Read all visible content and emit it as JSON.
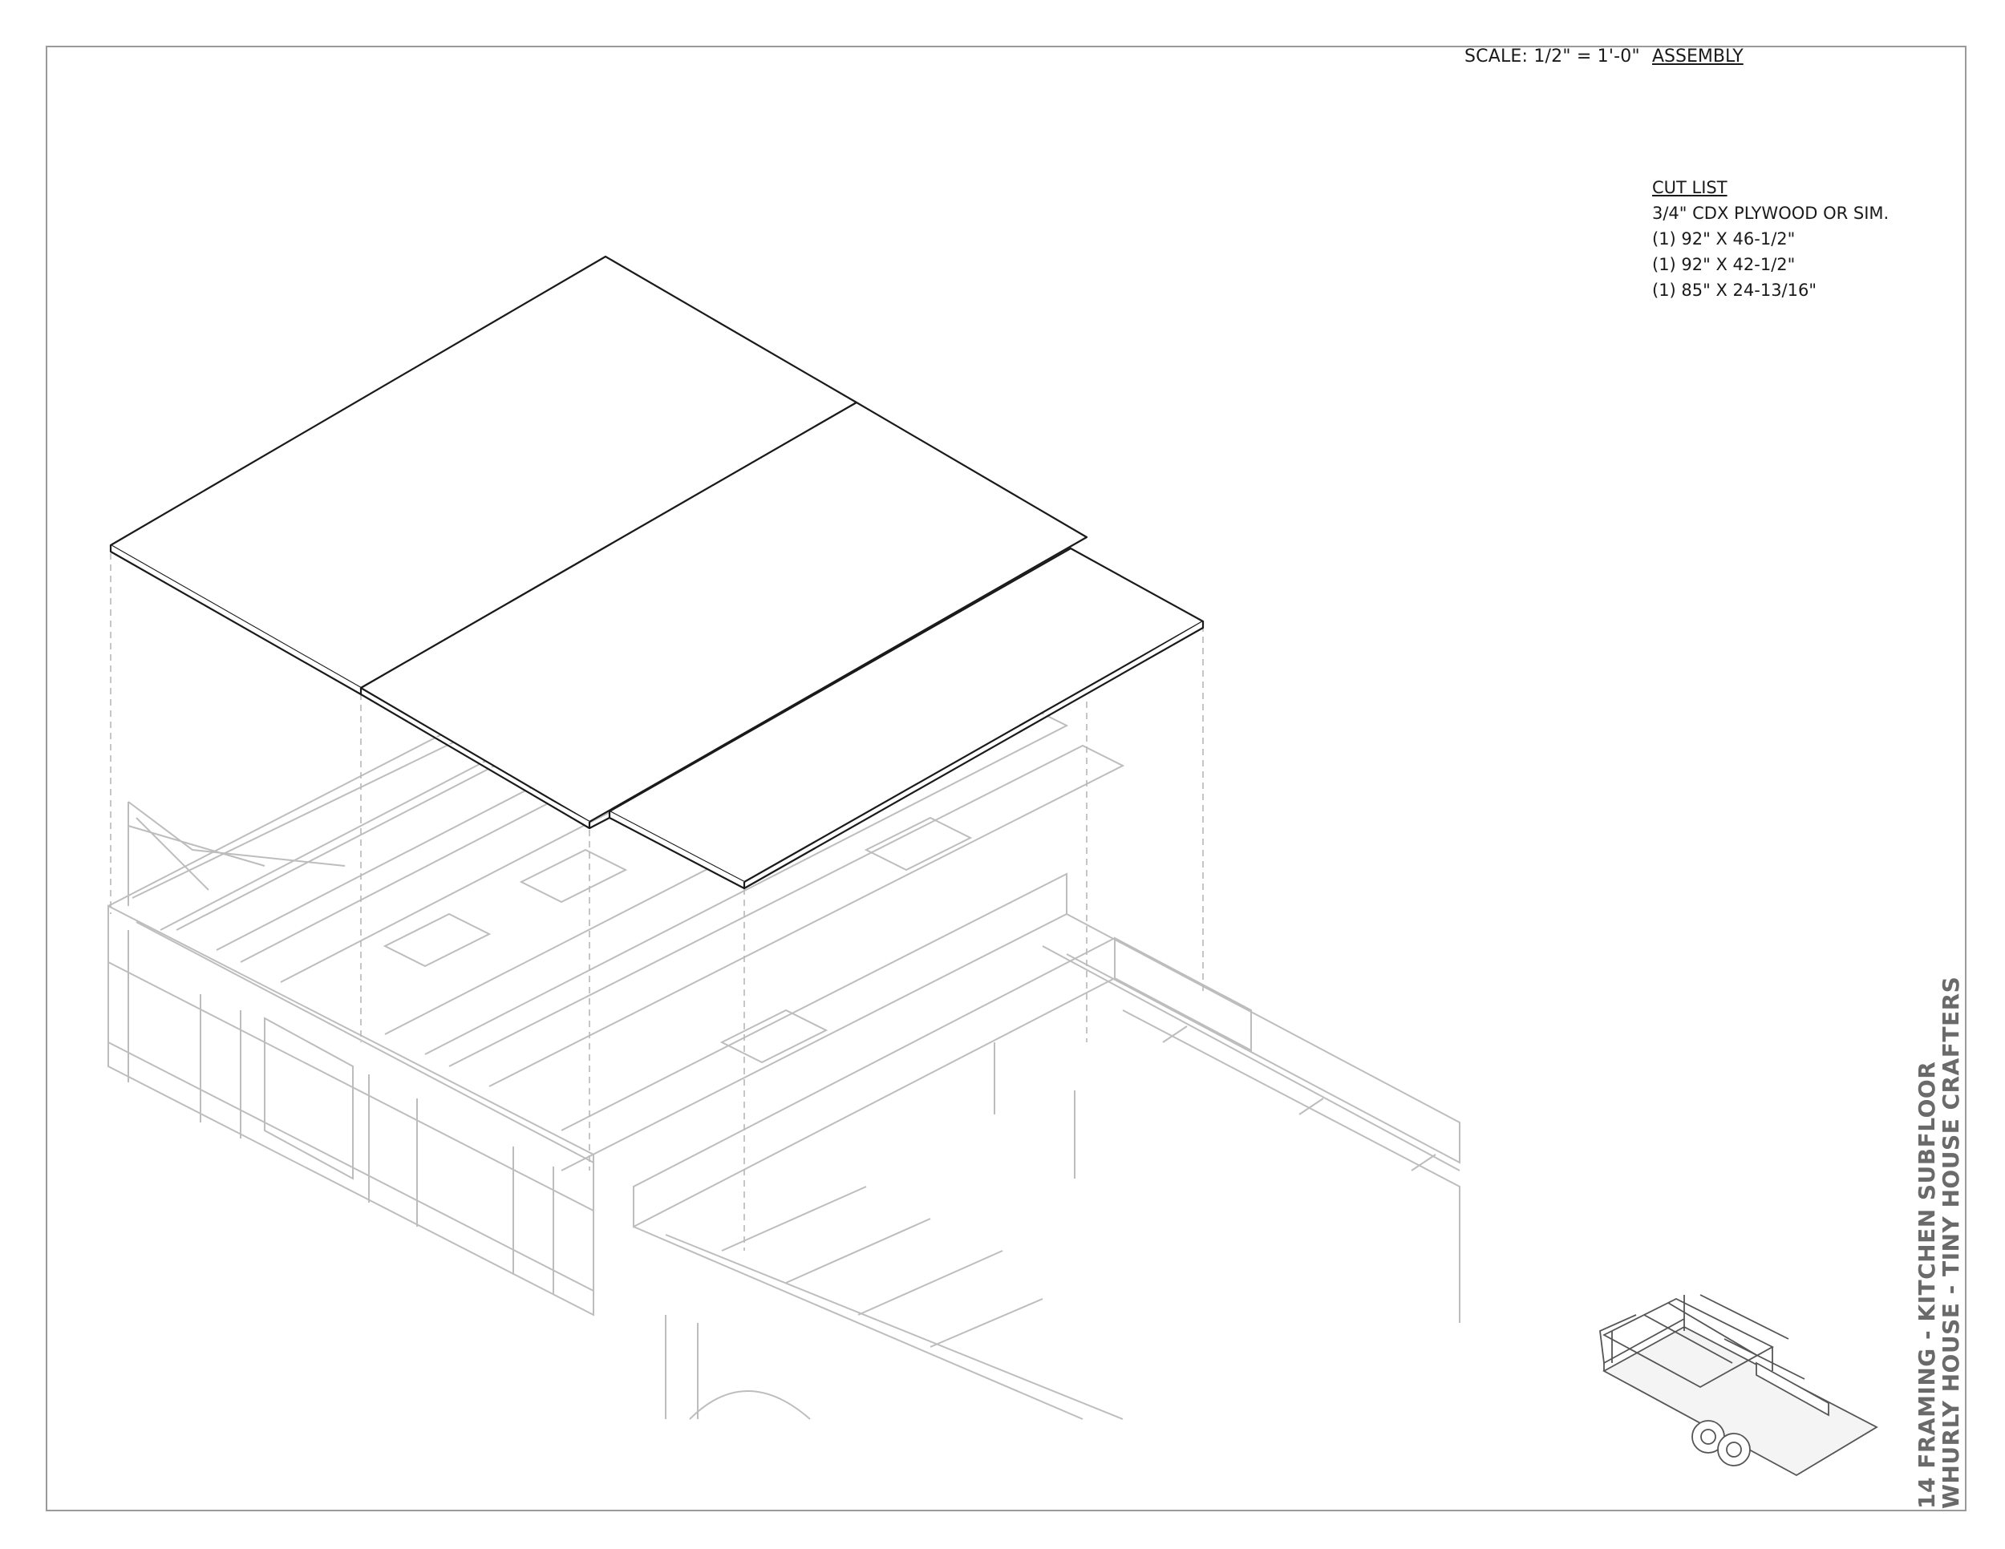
{
  "sheet": {
    "scale_text": "SCALE: 1/2\" = 1'-0\"",
    "view_label": "ASSEMBLY"
  },
  "cut_list": {
    "title": "CUT LIST",
    "material": "3/4\" CDX PLYWOOD OR SIM.",
    "items": [
      "(1) 92\" X 46-1/2\"",
      "(1) 92\" X 42-1/2\"",
      "(1) 85\" X 24-13/16\""
    ]
  },
  "title_block": {
    "line1": "14 FRAMING  - KITCHEN SUBFLOOR",
    "line2": "WHURLY HOUSE - TINY HOUSE CRAFTERS"
  },
  "colors": {
    "panel_stroke": "#1a1a1a",
    "framing_stroke": "#bdbdbd",
    "guide_stroke": "#b8b8b8",
    "border": "#9a9a9a",
    "title_text": "#6a6a6a"
  }
}
